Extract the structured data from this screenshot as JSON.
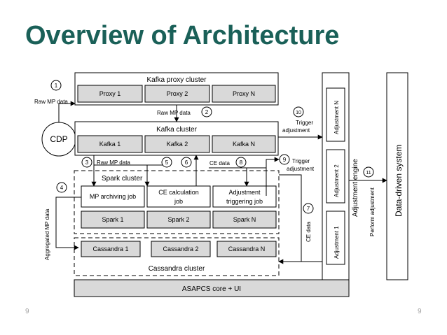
{
  "title": "Overview of Architecture",
  "page_number": "9",
  "kafka_proxy": {
    "label": "Kafka proxy cluster",
    "nodes": [
      "Proxy 1",
      "Proxy 2",
      "Proxy N"
    ]
  },
  "kafka": {
    "label": "Kafka cluster",
    "nodes": [
      "Kafka 1",
      "Kafka 2",
      "Kafka N"
    ]
  },
  "spark": {
    "label": "Spark cluster",
    "jobs": [
      "MP archiving job",
      "CE calculation job",
      "Adjustment triggering job"
    ],
    "nodes": [
      "Spark 1",
      "Spark 2",
      "Spark N"
    ]
  },
  "cassandra": {
    "label": "Cassandra cluster",
    "nodes": [
      "Cassandra 1",
      "Cassandra 2",
      "Cassandra N"
    ]
  },
  "cdp": "CDP",
  "core": "ASAPCS core + UI",
  "adjustment_engine": {
    "label": "Adjustment engine",
    "items": [
      "Adjustment N",
      "Adjustment 2",
      "Adjustment 1"
    ]
  },
  "data_driven": "Data-driven system",
  "labels": {
    "raw_mp_data": "Raw MP data",
    "aggregated_mp_data": "Aggregated MP data",
    "ce_data": "CE data",
    "trigger_adjustment": "Trigger adjustment",
    "perform_adjustment": "Perform adjustment"
  },
  "steps": [
    "1",
    "2",
    "3",
    "4",
    "5",
    "6",
    "7",
    "8",
    "9",
    "10",
    "11"
  ]
}
